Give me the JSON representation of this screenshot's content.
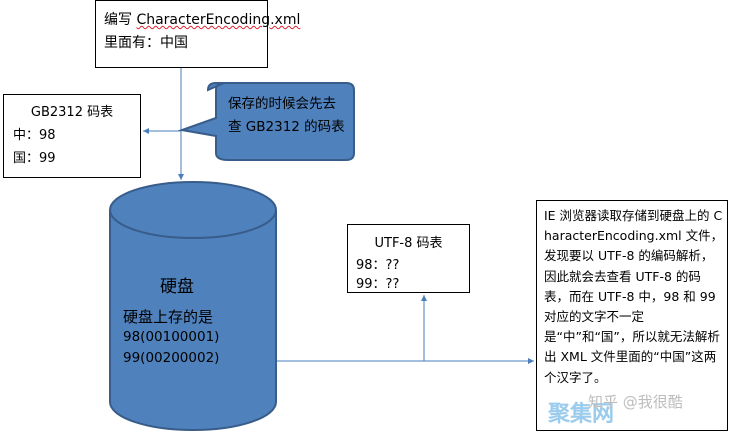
{
  "edit_box": {
    "line1_prefix": "编写 ",
    "line1_file": "CharacterEncoding.xml",
    "line2": "里面有：中国"
  },
  "gb_table": {
    "title": "GB2312 码表",
    "rows": [
      "中：98",
      "国：99"
    ]
  },
  "callout": {
    "line1": "保存的时候会先去",
    "line2": "查 GB2312 的码表"
  },
  "disk": {
    "title": "硬盘",
    "line1": "硬盘上存的是",
    "line2": "98(00100001)",
    "line3": "99(00200002)"
  },
  "utf_table": {
    "title": "UTF-8 码表",
    "rows": [
      "98：??",
      "99：??"
    ]
  },
  "ie_box": {
    "text": "IE 浏览器读取存储到硬盘上的 CharacterEncoding.xml 文件，发现要以 UTF-8 的编码解析，因此就会去查看 UTF-8 的码表，而在 UTF-8 中，98 和 99 对应的文字不一定是“中”和“国”，所以就无法解析出 XML 文件里面的“中国”这两个汉字了。"
  },
  "watermark": {
    "zhihu": "知乎 @我很酷",
    "logo": "聚集网"
  },
  "colors": {
    "shape_fill": "#4f81bd",
    "shape_stroke": "#385d8a",
    "connector": "#4a7ebb"
  }
}
